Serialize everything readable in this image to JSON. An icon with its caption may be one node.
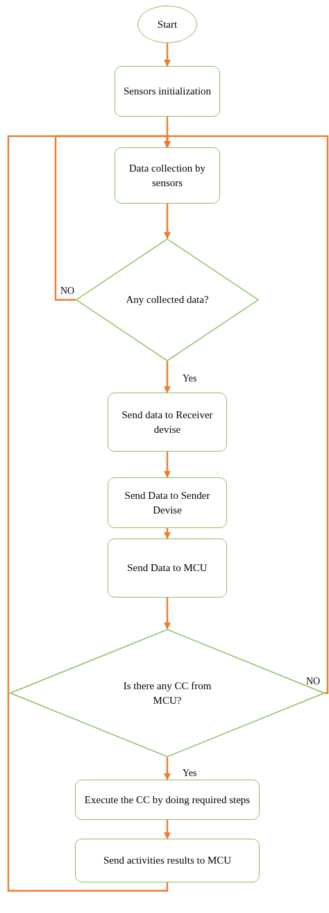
{
  "diagram": {
    "nodes": [
      {
        "text": [
          "Start"
        ]
      },
      {
        "text": [
          "Sensors initialization"
        ]
      },
      {
        "text": [
          "Data collection by sensors"
        ]
      },
      {
        "text": [
          "Any collected data?"
        ]
      },
      {
        "text": [
          "Send data to Receiver devise"
        ]
      },
      {
        "text": [
          "Send Data to Sender Devise"
        ]
      },
      {
        "text": [
          "Send Data to MCU"
        ]
      },
      {
        "text": [
          "Is there any CC from MCU?"
        ]
      },
      {
        "text": [
          "Execute the CC by doing required steps"
        ]
      },
      {
        "text": [
          "Send activities results to MCU"
        ]
      }
    ],
    "edges": [
      {
        "from": 0,
        "to": 1,
        "arrow": "to"
      },
      {
        "from": 1,
        "to": 2,
        "arrow": "to"
      },
      {
        "from": 2,
        "to": 3,
        "arrow": "to"
      },
      {
        "from": 3,
        "to": 4,
        "arrow": "to",
        "label": "Yes"
      },
      {
        "from": 3,
        "to": 2,
        "arrow": "to",
        "label": "NO"
      },
      {
        "from": 4,
        "to": 5,
        "arrow": "to"
      },
      {
        "from": 5,
        "to": 6,
        "arrow": "to"
      },
      {
        "from": 6,
        "to": 7,
        "arrow": "to"
      },
      {
        "from": 7,
        "to": 8,
        "arrow": "to",
        "label": "Yes"
      },
      {
        "from": 7,
        "to": 2,
        "arrow": "to",
        "label": "NO"
      },
      {
        "from": 8,
        "to": 9,
        "arrow": "to"
      },
      {
        "from": 9,
        "to": 2,
        "arrow": "to"
      }
    ]
  }
}
